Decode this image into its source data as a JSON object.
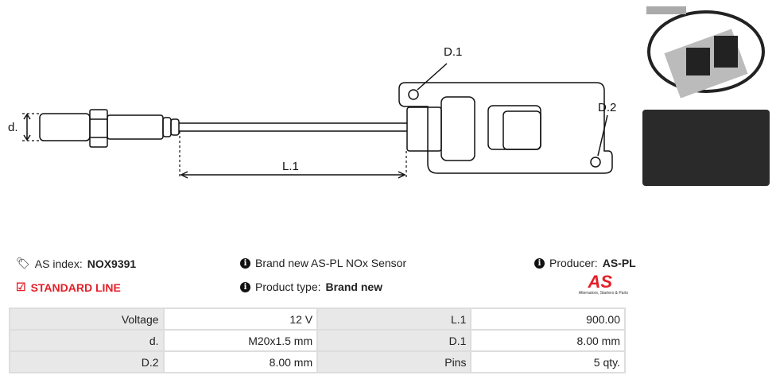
{
  "diagram": {
    "labels": {
      "d": "d.",
      "d1": "D.1",
      "d2": "D.2",
      "l1": "L.1"
    }
  },
  "info": {
    "as_index_label": "AS index:",
    "as_index_value": "NOX9391",
    "line": "STANDARD LINE",
    "description": "Brand new AS-PL NOx Sensor",
    "product_type_label": "Product type:",
    "product_type_value": "Brand new",
    "producer_label": "Producer:",
    "producer_value": "AS-PL"
  },
  "logo": {
    "text": "AS",
    "tagline": "Alternators, Starters & Parts"
  },
  "specs": [
    [
      {
        "k": "Voltage",
        "v": "12 V"
      },
      {
        "k": "L.1",
        "v": "900.00"
      }
    ],
    [
      {
        "k": "d.",
        "v": "M20x1.5 mm"
      },
      {
        "k": "D.1",
        "v": "8.00 mm"
      }
    ],
    [
      {
        "k": "D.2",
        "v": "8.00 mm"
      },
      {
        "k": "Pins",
        "v": "5 qty."
      }
    ]
  ],
  "colors": {
    "accent": "#e41e26"
  }
}
